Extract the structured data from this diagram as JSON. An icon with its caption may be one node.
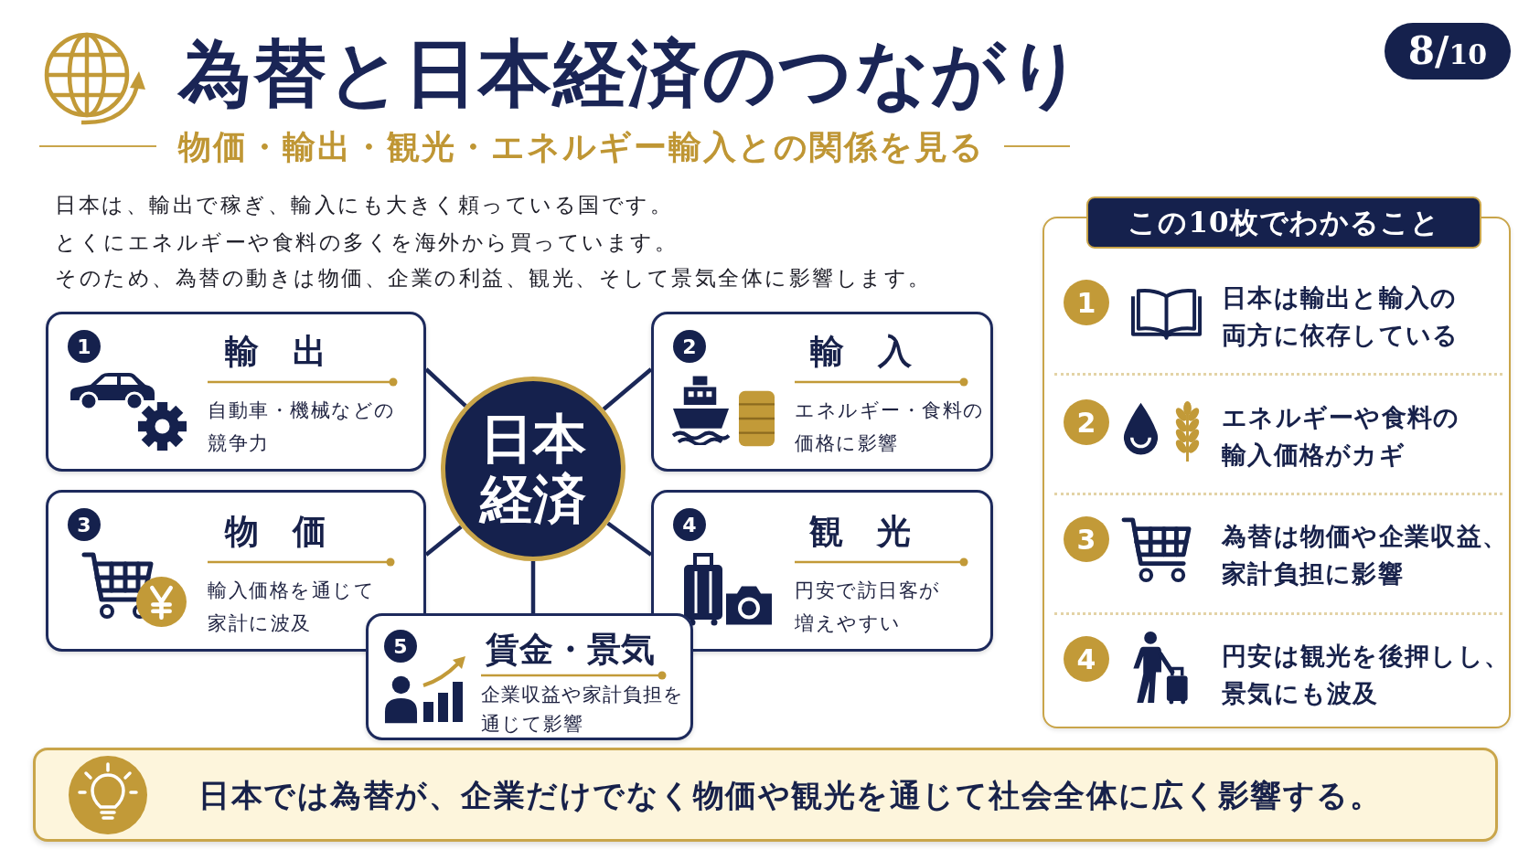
{
  "diagram": {
    "title": "為替と日本経済のつながり",
    "nodes": [
      {
        "text": [
          "8/10"
        ]
      },
      {
        "text": [
          "日本経済"
        ]
      },
      {
        "text": [
          "輸出",
          "自動車・機械などの競争力"
        ]
      },
      {
        "text": [
          "1"
        ],
        "in": 2
      },
      {
        "text": [
          "輸入",
          "エネルギー・食料の価格に影響"
        ]
      },
      {
        "text": [
          "2"
        ],
        "in": 4
      },
      {
        "text": [
          "物価",
          "輸入価格を通じて家計に波及"
        ]
      },
      {
        "text": [
          "3"
        ],
        "in": 6
      },
      {
        "text": [
          "観光",
          "円安で訪日客が増えやすい"
        ]
      },
      {
        "text": [
          "4"
        ],
        "in": 8
      },
      {
        "text": [
          "賃金・景気",
          "企業収益や家計負担を通じて影響"
        ]
      },
      {
        "text": [
          "5"
        ],
        "in": 10
      },
      {
        "text": [
          "この10枚でわかること",
          "日本は輸出と輸入の両方に依存している",
          "エネルギーや食料の輸入価格がカギ",
          "為替は物価や企業収益、家計負担に影響",
          "円安は観光を後押しし、景気にも波及"
        ]
      },
      {
        "text": [
          "1"
        ],
        "in": 12
      },
      {
        "text": [
          "2"
        ],
        "in": 12
      },
      {
        "text": [
          "3"
        ],
        "in": 12
      },
      {
        "text": [
          "4"
        ],
        "in": 12
      },
      {
        "text": [
          "日本では為替が、企業だけでなく物価や観光を通じて社会全体に広く影響する。"
        ]
      }
    ],
    "edges": [
      {
        "from": 1,
        "to": 2,
        "arrow": "none"
      },
      {
        "from": 1,
        "to": 4,
        "arrow": "none"
      },
      {
        "from": 1,
        "to": 6,
        "arrow": "none"
      },
      {
        "from": 1,
        "to": 8,
        "arrow": "none"
      },
      {
        "from": 1,
        "to": 10,
        "arrow": "none"
      }
    ],
    "labels": [
      "物価・輸出・観光・エネルギー輸入との関係を見る",
      "日本は、輸出で稼ぎ、輸入にも大きく頼っている国です。",
      "とくにエネルギーや食料の多くを海外から買っています。",
      "そのため、為替の動きは物価、企業の利益、観光、そして景気全体に影響します。"
    ]
  }
}
